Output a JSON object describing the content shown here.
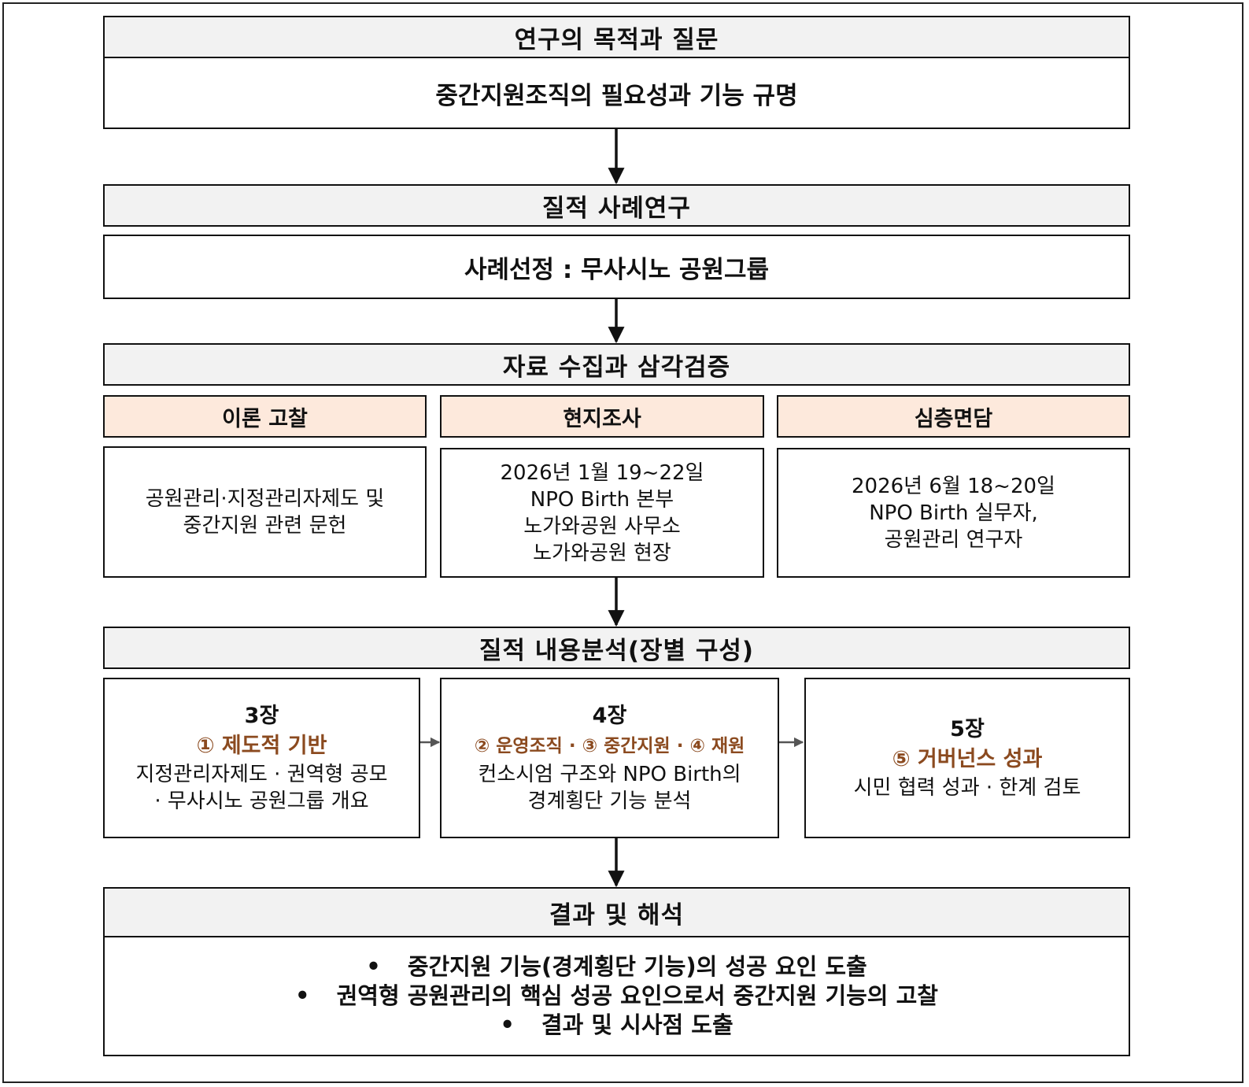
{
  "s1": {
    "header": "연구의 목적과 질문",
    "content": "중간지원조직의 필요성과 기능 규명"
  },
  "s2": {
    "header": "질적 사례연구",
    "content": "사례선정 : 무사시노 공원그룹"
  },
  "s3": {
    "header": "자료 수집과 삼각검증",
    "cols": [
      {
        "label": "이론 고찰",
        "lines": [
          "공원관리·지정관리자제도 및",
          "중간지원 관련 문헌"
        ]
      },
      {
        "label": "현지조사",
        "lines": [
          "2026년 1월 19~22일",
          "NPO Birth 본부",
          "노가와공원 사무소",
          "노가와공원 현장"
        ]
      },
      {
        "label": "심층면담",
        "lines": [
          "2026년 6월 18~20일",
          "NPO Birth 실무자,",
          "공원관리 연구자"
        ]
      }
    ]
  },
  "s4": {
    "header": "질적 내용분석(장별 구성)",
    "chapters": [
      {
        "num": "3장",
        "title": "① 제도적 기반",
        "lines": [
          "지정관리자제도 · 권역형 공모",
          "· 무사시노 공원그룹 개요"
        ]
      },
      {
        "num": "4장",
        "title": "② 운영조직 · ③ 중간지원 · ④ 재원",
        "lines": [
          "컨소시엄 구조와 NPO Birth의",
          "경계횡단 기능 분석"
        ]
      },
      {
        "num": "5장",
        "title": "⑤ 거버넌스 성과",
        "lines": [
          "시민 협력 성과 · 한계 검토"
        ]
      }
    ]
  },
  "s5": {
    "header": "결과 및 해석",
    "bullets": [
      "중간지원 기능(경계횡단 기능)의 성공 요인 도출",
      "권역형 공원관리의 핵심 성공 요인으로서 중간지원 기능의 고찰",
      "결과 및 시사점 도출"
    ],
    "bullet_mark": "•"
  }
}
